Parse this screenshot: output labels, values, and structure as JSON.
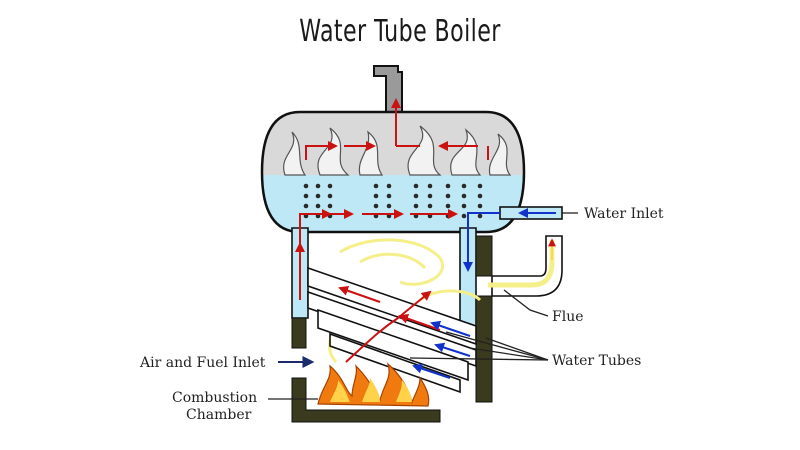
{
  "title": "Water Tube Boiler",
  "labels": {
    "water_inlet": "Water Inlet",
    "flue": "Flue",
    "water_tubes": "Water Tubes",
    "air_fuel_inlet": "Air and Fuel Inlet",
    "combustion_line1": "Combustion",
    "combustion_line2": "Chamber"
  },
  "colors": {
    "water": "#bfe8f7",
    "steam": "#d4d4d4",
    "hot_flow": "#cc1111",
    "cold_flow": "#1133cc",
    "flame_outer": "#f07a10",
    "flame_inner": "#ffd24a",
    "flue_gas": "#f5ef8a",
    "wall": "#3a3a1e"
  }
}
